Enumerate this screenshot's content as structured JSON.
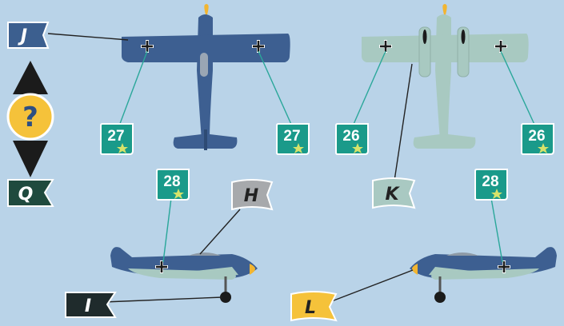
{
  "flags": {
    "J": {
      "letter": "J",
      "color": "#3c5f8f"
    },
    "Q": {
      "letter": "Q",
      "color": "#1f4a3e"
    },
    "H": {
      "letter": "H",
      "color": "#a7a9ac"
    },
    "I": {
      "letter": "I",
      "color": "#1f2b2c"
    },
    "K": {
      "letter": "K",
      "color": "#a9c9c2"
    },
    "L": {
      "letter": "L",
      "color": "#f5c23a"
    }
  },
  "badges": {
    "b1": "27",
    "b2": "27",
    "b3": "26",
    "b4": "26",
    "b5": "28",
    "b6": "28"
  },
  "compass": {
    "symbol": "?"
  },
  "colors": {
    "background": "#b9d3e8",
    "badge": "#1a9a8a",
    "star": "#d6e36a",
    "plane_blue": "#3d5f91",
    "plane_teal": "#a8c9c1",
    "nose_yellow": "#f2b531",
    "cross": "#1b1b1b"
  },
  "icons": {
    "cross": "balkenkreuz-icon",
    "star": "star-icon",
    "question": "question-mark-icon"
  }
}
